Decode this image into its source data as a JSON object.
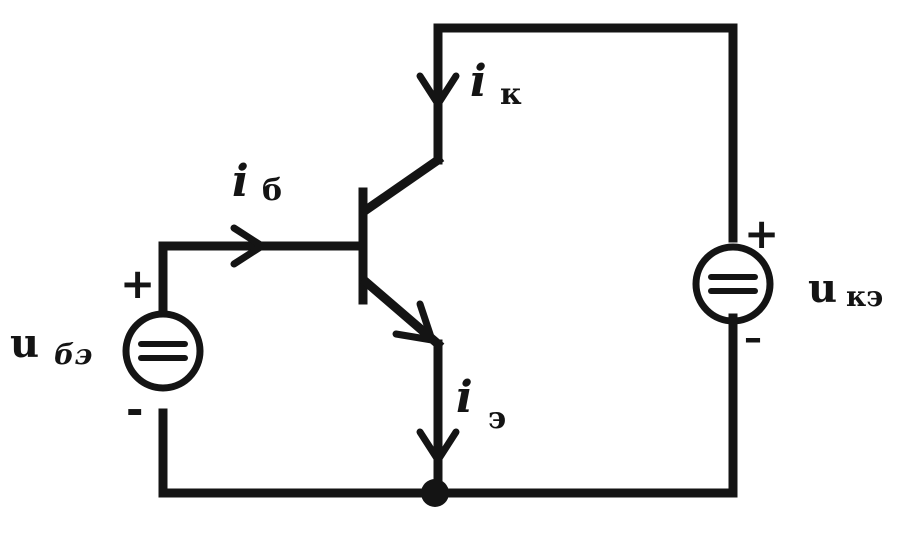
{
  "labels": {
    "base_current": {
      "symbol": "i",
      "subscript": "б"
    },
    "collector_current": {
      "symbol": "i",
      "subscript": "к"
    },
    "emitter_current": {
      "symbol": "i",
      "subscript": "э"
    },
    "base_voltage": {
      "symbol": "u",
      "subscript": "бэ"
    },
    "collector_voltage": {
      "symbol": "u",
      "subscript": "кэ"
    }
  },
  "polarity": {
    "base_plus": "+",
    "base_minus": "-",
    "collector_plus": "+",
    "collector_minus": "–"
  },
  "colors": {
    "ink": "#141414",
    "background": "#ffffff"
  }
}
